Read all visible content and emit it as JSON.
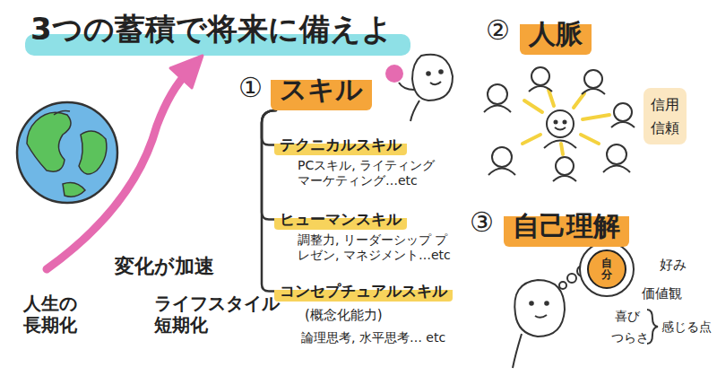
{
  "diagram": {
    "title": "3つの蓄積で将来に備えよ",
    "nodes": [
      {
        "text": [
          "スキル"
        ]
      },
      {
        "text": [
          "テクニカルスキル"
        ]
      },
      {
        "text": [
          "ヒューマンスキル"
        ]
      },
      {
        "text": [
          "コンセプチュアルスキル"
        ]
      },
      {
        "text": [
          "人脈"
        ]
      },
      {
        "text": [
          "信用 信頼"
        ]
      },
      {
        "text": [
          "自己理解"
        ]
      },
      {
        "text": [
          "自分"
        ]
      }
    ],
    "edges": [
      {
        "from": 0,
        "to": 1,
        "arrow": "none"
      },
      {
        "from": 0,
        "to": 2,
        "arrow": "none"
      },
      {
        "from": 0,
        "to": 3,
        "arrow": "none"
      }
    ],
    "labels": [
      "変化が加速",
      "人生の 長期化",
      "ライフスタイル 短期化",
      "①",
      "PCスキル, ライティング マーケティング…etc",
      "調整力, リーダーシップ プレゼン, マネジメント…etc",
      "(概念化能力)",
      "論理思考, 水平思考… etc",
      "②",
      "③",
      "好み",
      "価値観",
      "喜び",
      "つらさ",
      "感じる点"
    ]
  }
}
